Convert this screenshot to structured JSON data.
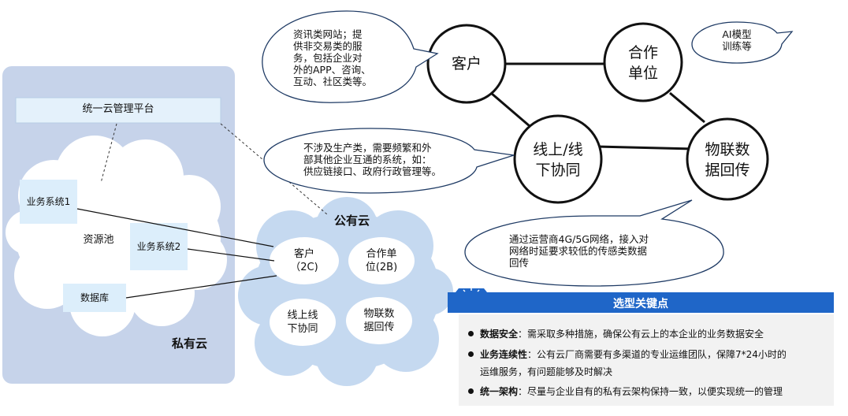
{
  "private_cloud": {
    "title": "私有云",
    "platform": "统一云管理平台",
    "resource_pool": "资源池",
    "sys1": "业务系统1",
    "sys2": "业务系统2",
    "database": "数据库"
  },
  "public_cloud": {
    "title": "公有云",
    "pills": [
      {
        "l1": "客户",
        "l2": "（2C)"
      },
      {
        "l1": "合作单",
        "l2": "位(2B)"
      },
      {
        "l1": "线上线",
        "l2": "下协同"
      },
      {
        "l1": "物联数",
        "l2": "据回传"
      }
    ]
  },
  "network": {
    "nodes": [
      {
        "l1": "客户",
        "l2": ""
      },
      {
        "l1": "合作",
        "l2": "单位"
      },
      {
        "l1": "线上/线",
        "l2": "下协同"
      },
      {
        "l1": "物联数",
        "l2": "据回传"
      }
    ],
    "bubbles": {
      "news": [
        "资讯类网站；提",
        "供非交易类的服",
        "务，包括企业对",
        "外的APP、咨询、",
        "互动、社区类等。"
      ],
      "ai": [
        "AI模型",
        "训练等"
      ],
      "prod": [
        "不涉及生产类，需要频繁和外",
        "部其他企业互通的系统，如：",
        "供应链接口、政府行政管理等。"
      ],
      "iot": [
        "通过运营商4G/5G网络，接入对",
        "网络时延要求较低的传感类数据",
        "回传"
      ]
    }
  },
  "key_points": {
    "title": "选型关键点",
    "items": [
      {
        "label": "数据安全",
        "text": "：需采取多种措施，确保公有云上的本企业的业务数据安全",
        "text2": ""
      },
      {
        "label": "业务连续性",
        "text": "：公有云厂商需要有多渠道的专业运维团队，保障7*24小时的",
        "text2": "运维服务，有问题能够及时解决"
      },
      {
        "label": "统一架构",
        "text": "：尽量与企业自有的私有云架构保持一致，以便实现统一的管理",
        "text2": ""
      }
    ]
  },
  "colors": {
    "accent_blue": "#1f66c8",
    "private_bg": "#c6d3ea",
    "public_cloud": "#c5d9f0",
    "box_fill": "#dceefb"
  },
  "icons": [
    "lightbulb-icon"
  ]
}
